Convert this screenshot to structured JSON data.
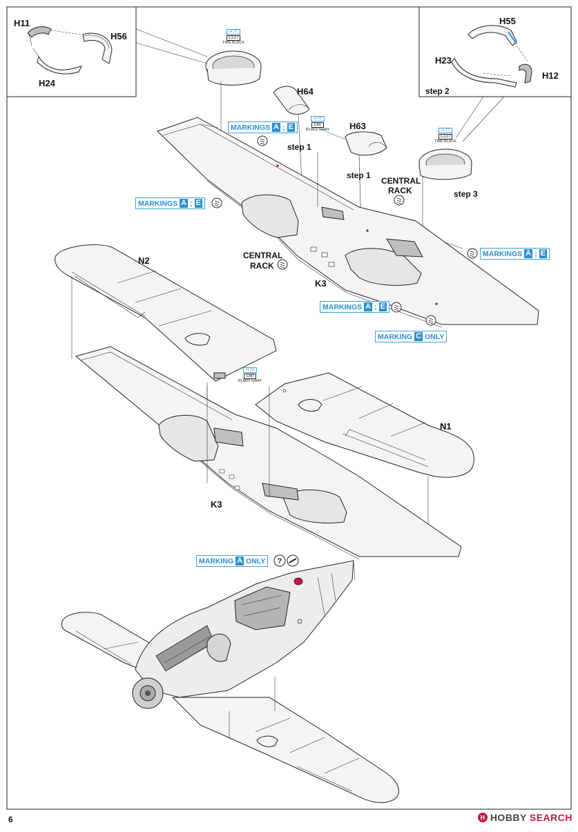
{
  "parts": {
    "h11": "H11",
    "h56": "H56",
    "h24": "H24",
    "h55": "H55",
    "h23": "H23",
    "h12": "H12",
    "h64": "H64",
    "h63": "H63",
    "n1": "N1",
    "n2": "N2",
    "k3a": "K3",
    "k3b": "K3"
  },
  "steps": {
    "step1a": "step 1",
    "step1b": "step 1",
    "step2": "step 2",
    "step3": "step 3"
  },
  "racks": {
    "central1_l1": "CENTRAL",
    "central1_l2": "RACK",
    "central2_l1": "CENTRAL",
    "central2_l2": "RACK"
  },
  "markings": {
    "m1": {
      "word": "MARKINGS",
      "a": "A",
      "sep": ";",
      "e": "E"
    },
    "m2": {
      "word": "MARKINGS",
      "a": "A",
      "sep": ";",
      "e": "E"
    },
    "m3": {
      "word": "MARKINGS",
      "a": "A",
      "sep": ";",
      "e": "E"
    },
    "m4": {
      "word": "MARKINGS",
      "a": "A",
      "sep": ";",
      "e": "E"
    },
    "m5": {
      "word": "MARKING",
      "box": "C",
      "only": "ONLY"
    },
    "m6": {
      "word": "MARKING",
      "box": "A",
      "only": "ONLY"
    }
  },
  "paint": {
    "tire1": {
      "h": "H 77",
      "c": "C137",
      "name": "TIRE BLACK"
    },
    "tire2": {
      "h": "H 77",
      "c": "C137",
      "name": "TIRE BLACK"
    },
    "gray1": {
      "h": "H 70",
      "c": "C60",
      "name": "RLM02 GRAY"
    },
    "gray2": {
      "h": "H 70",
      "c": "C60",
      "name": "RLM02 GRAY"
    }
  },
  "page_number": "6",
  "watermark": {
    "logo": "H",
    "brand": "HOBBY",
    "word": "SEARCH"
  },
  "colors": {
    "accent": "#2a8fcc",
    "red": "#c5163d"
  }
}
